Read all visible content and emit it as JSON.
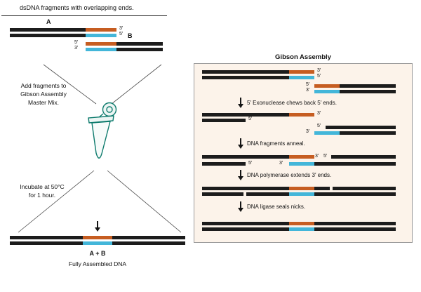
{
  "title": "dsDNA fragments with overlapping ends.",
  "primes": {
    "p5": "5′",
    "p3": "3′"
  },
  "fragments": {
    "a": "A",
    "b": "B"
  },
  "workflow": {
    "add_lines": [
      "Add fragments to",
      "Gibson Assembly",
      "Master Mix."
    ],
    "incubate_lines": [
      "Incubate at 50°C",
      "for 1 hour."
    ]
  },
  "product": {
    "label": "A + B",
    "caption": "Fully Assembled DNA"
  },
  "panel": {
    "title": "Gibson Assembly",
    "steps": [
      "5′ Exonuclease chews back 5′ ends.",
      "DNA fragments anneal.",
      "DNA polymerase extends 3′ ends.",
      "DNA ligase seals nicks."
    ]
  },
  "colors": {
    "strand_black": "#1c1c1c",
    "overlap_orange": "#c65d21",
    "overlap_cyan": "#43b6d9",
    "tube_teal": "#0c7a6c",
    "panel_bg": "#fcf3ea",
    "panel_border": "#9b9b9b"
  }
}
